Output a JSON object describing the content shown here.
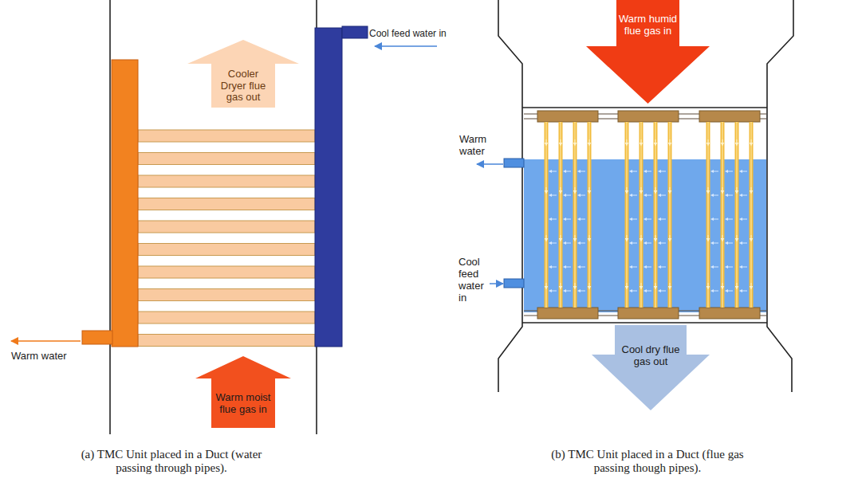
{
  "diagram": {
    "nodes": [
      {
        "text": [
          "Cooler Dryer flue gas out"
        ]
      },
      {
        "text": [
          "Warm moist flue gas in"
        ]
      },
      {
        "text": [
          "Warm humid flue gas in"
        ]
      },
      {
        "text": [
          "Cool dry flue gas out"
        ]
      }
    ],
    "labels": [
      "Cool feed water in",
      "Warm water",
      "Warm water",
      "Cool feed water in",
      "(a) TMC Unit placed in a Duct (water passing through pipes).",
      "(b) TMC Unit placed in a Duct (flue gas passing though pipes)."
    ]
  }
}
